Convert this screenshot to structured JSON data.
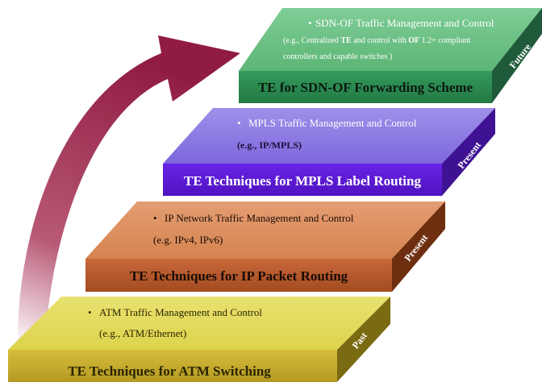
{
  "colors": {
    "atm_top": "#e3dd57",
    "atm_front": "#c7ac2f",
    "atm_side": "#7a6a12",
    "ip_top": "#dc8f5e",
    "ip_front": "#b95a2e",
    "ip_side": "#6e2f10",
    "mpls_top": "#8f7de4",
    "mpls_front": "#5e17d8",
    "mpls_side": "#3e1293",
    "sdn_top": "#6cc184",
    "sdn_front": "#2c8c52",
    "sdn_side": "#1f5a3a",
    "arrow": "#8b1038"
  },
  "layers": {
    "atm": {
      "bullet": "•",
      "line1": "ATM Traffic Management and Control",
      "line2": "(e.g., ATM/Ethernet)",
      "title": "TE Techniques for ATM Switching",
      "era": "Past"
    },
    "ip": {
      "bullet": "•",
      "line1": "IP Network Traffic Management and Control",
      "line2": "(e.g. IPv4, IPv6)",
      "title": "TE Techniques for IP Packet Routing",
      "era": "Present"
    },
    "mpls": {
      "bullet": "•",
      "line1": "MPLS Traffic Management and Control",
      "line2": "(e.g., IP/MPLS)",
      "title": "TE Techniques for MPLS Label Routing",
      "era": "Present"
    },
    "sdn": {
      "bullet": "•",
      "line1": "SDN-OF Traffic Management and Control",
      "line2a": "(e.g., Centralized ",
      "line2b": "TE",
      "line2c": " and control with ",
      "line2d": "OF",
      "line2e": " 1.2+ compliant",
      "line3": "controllers and capable switches )",
      "title": "TE for SDN-OF Forwarding Scheme",
      "era": "Future"
    }
  }
}
